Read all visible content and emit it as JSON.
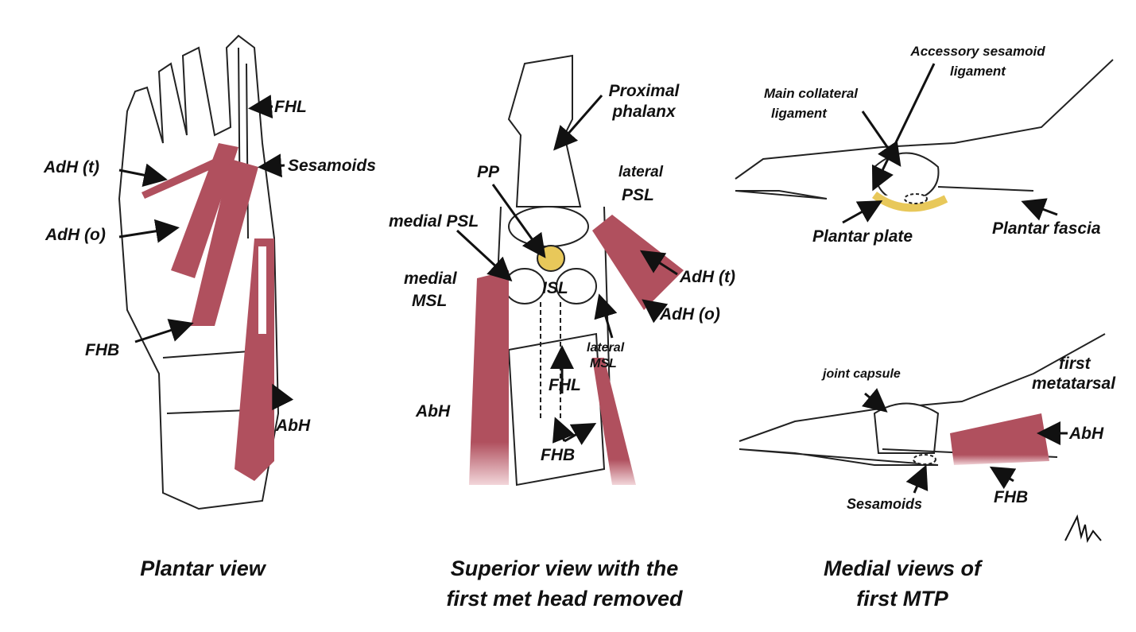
{
  "colors": {
    "muscle": "#b0505e",
    "muscle_light": "#e6b7bd",
    "ligament_yellow": "#e8c85a",
    "bone_outline": "#222222"
  },
  "plantar": {
    "labels": {
      "fhl": "FHL",
      "adh_t": "AdH (t)",
      "sesamoids": "Sesamoids",
      "adh_o": "AdH (o)",
      "fhb": "FHB",
      "abh": "AbH"
    },
    "caption": "Plantar view"
  },
  "superior": {
    "labels": {
      "proximal": "Proximal",
      "phalanx": "phalanx",
      "pp": "PP",
      "lateral": "lateral",
      "psl": "PSL",
      "medial_psl": "medial PSL",
      "medial": "medial",
      "msl": "MSL",
      "isl": "ISL",
      "adh_t": "AdH (t)",
      "adh_o": "AdH (o)",
      "lateral_msl_1": "lateral",
      "lateral_msl_2": "MSL",
      "fhl": "FHL",
      "abh": "AbH",
      "fhb": "FHB"
    },
    "caption_line1": "Superior view with the",
    "caption_line2": "first met head removed"
  },
  "medial": {
    "labels": {
      "accessory_1": "Accessory sesamoid",
      "accessory_2": "ligament",
      "main_1": "Main collateral",
      "main_2": "ligament",
      "plantar_plate": "Plantar plate",
      "plantar_fascia": "Plantar fascia",
      "joint_capsule": "joint capsule",
      "first": "first",
      "metatarsal": "metatarsal",
      "abh": "AbH",
      "sesamoids": "Sesamoids",
      "fhb": "FHB"
    },
    "caption_line1": "Medial views of",
    "caption_line2": "first MTP"
  },
  "signature": "TM"
}
